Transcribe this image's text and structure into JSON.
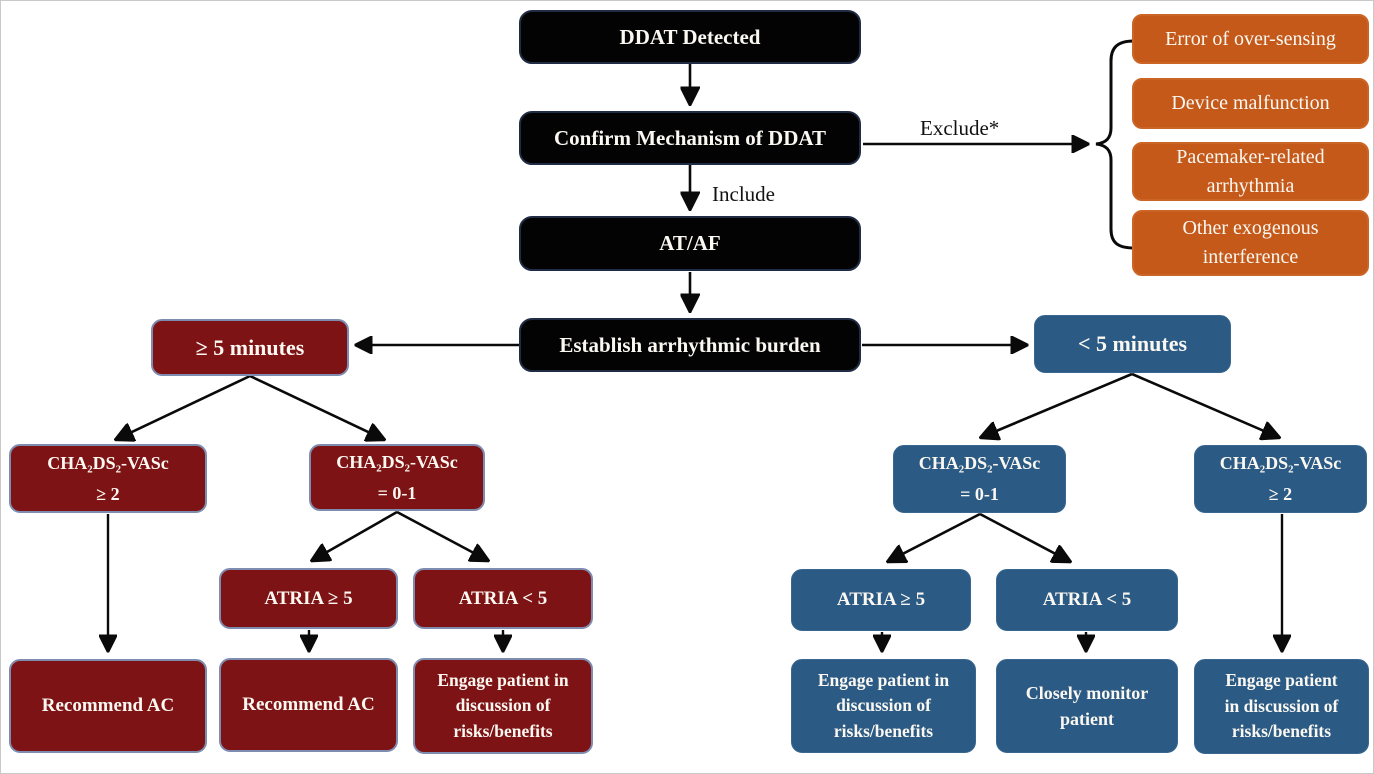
{
  "colors": {
    "box_black": "#030303",
    "box_dark_red": "#7e1315",
    "box_blue": "#2b5a84",
    "box_orange": "#c4591a",
    "red_box_border": "#7e8cb0",
    "arrow": "#0a0a0a",
    "text": "#fbf8f2"
  },
  "connector_labels": {
    "exclude": "Exclude*",
    "include": "Include"
  },
  "nodes": {
    "ddat_detected": "DDAT Detected",
    "confirm_mechanism": "Confirm Mechanism of DDAT",
    "at_af": "AT/AF",
    "establish_burden": "Establish arrhythmic burden",
    "error_over_sensing": "Error of over-sensing",
    "device_malfunction": "Device malfunction",
    "pacemaker_arrhythmia": "Pacemaker-related\narrhythmia",
    "other_interference": "Other exogenous\ninterference",
    "ge_5_minutes": "≥ 5 minutes",
    "red_chads_ge2": "CHA₂DS₂-VASc\n≥ 2",
    "red_chads_01": "CHA₂DS₂-VASc\n= 0-1",
    "red_atria_ge5": "ATRIA ≥ 5",
    "red_atria_lt5": "ATRIA < 5",
    "red_recommend_ac_1": "Recommend AC",
    "red_recommend_ac_2": "Recommend AC",
    "red_engage": "Engage patient in\ndiscussion of\nrisks/benefits",
    "lt_5_minutes": "< 5 minutes",
    "blue_chads_01": "CHA₂DS₂-VASc\n= 0-1",
    "blue_chads_ge2": "CHA₂DS₂-VASc\n≥  2",
    "blue_atria_ge5": "ATRIA ≥ 5",
    "blue_atria_lt5": "ATRIA < 5",
    "blue_engage_1": "Engage patient in\ndiscussion of\nrisks/benefits",
    "blue_monitor": "Closely monitor\npatient",
    "blue_engage_2": "Engage patient\nin discussion of\nrisks/benefits"
  }
}
